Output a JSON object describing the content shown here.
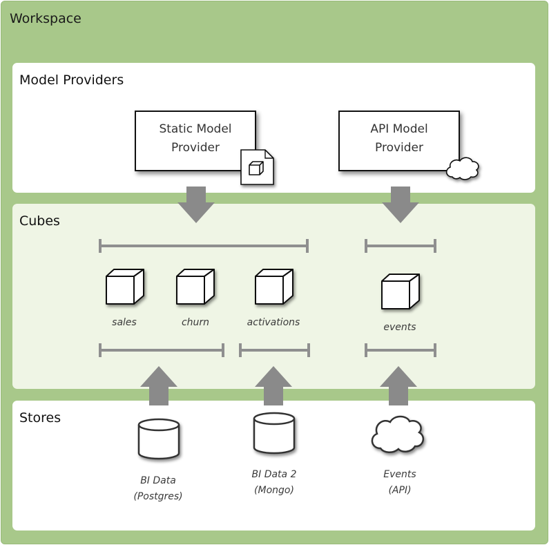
{
  "workspace": {
    "title": "Workspace"
  },
  "providers": {
    "title": "Model Providers",
    "items": [
      {
        "label": "Static Model\nProvider",
        "icon": "document-cube-icon"
      },
      {
        "label": "API Model\nProvider",
        "icon": "cloud-icon"
      }
    ]
  },
  "cubes": {
    "title": "Cubes",
    "items": [
      "sales",
      "churn",
      "activations",
      "events"
    ]
  },
  "stores": {
    "title": "Stores",
    "items": [
      {
        "label": "BI Data\n(Postgres)",
        "icon": "database-icon"
      },
      {
        "label": "BI Data 2\n(Mongo)",
        "icon": "database-icon"
      },
      {
        "label": "Events\n(API)",
        "icon": "cloud-icon"
      }
    ]
  },
  "colors": {
    "background": "#a8c88a",
    "cubes_panel": "#eff5e5",
    "arrow": "#8a8a8a",
    "bracket": "#8f8f8f"
  }
}
